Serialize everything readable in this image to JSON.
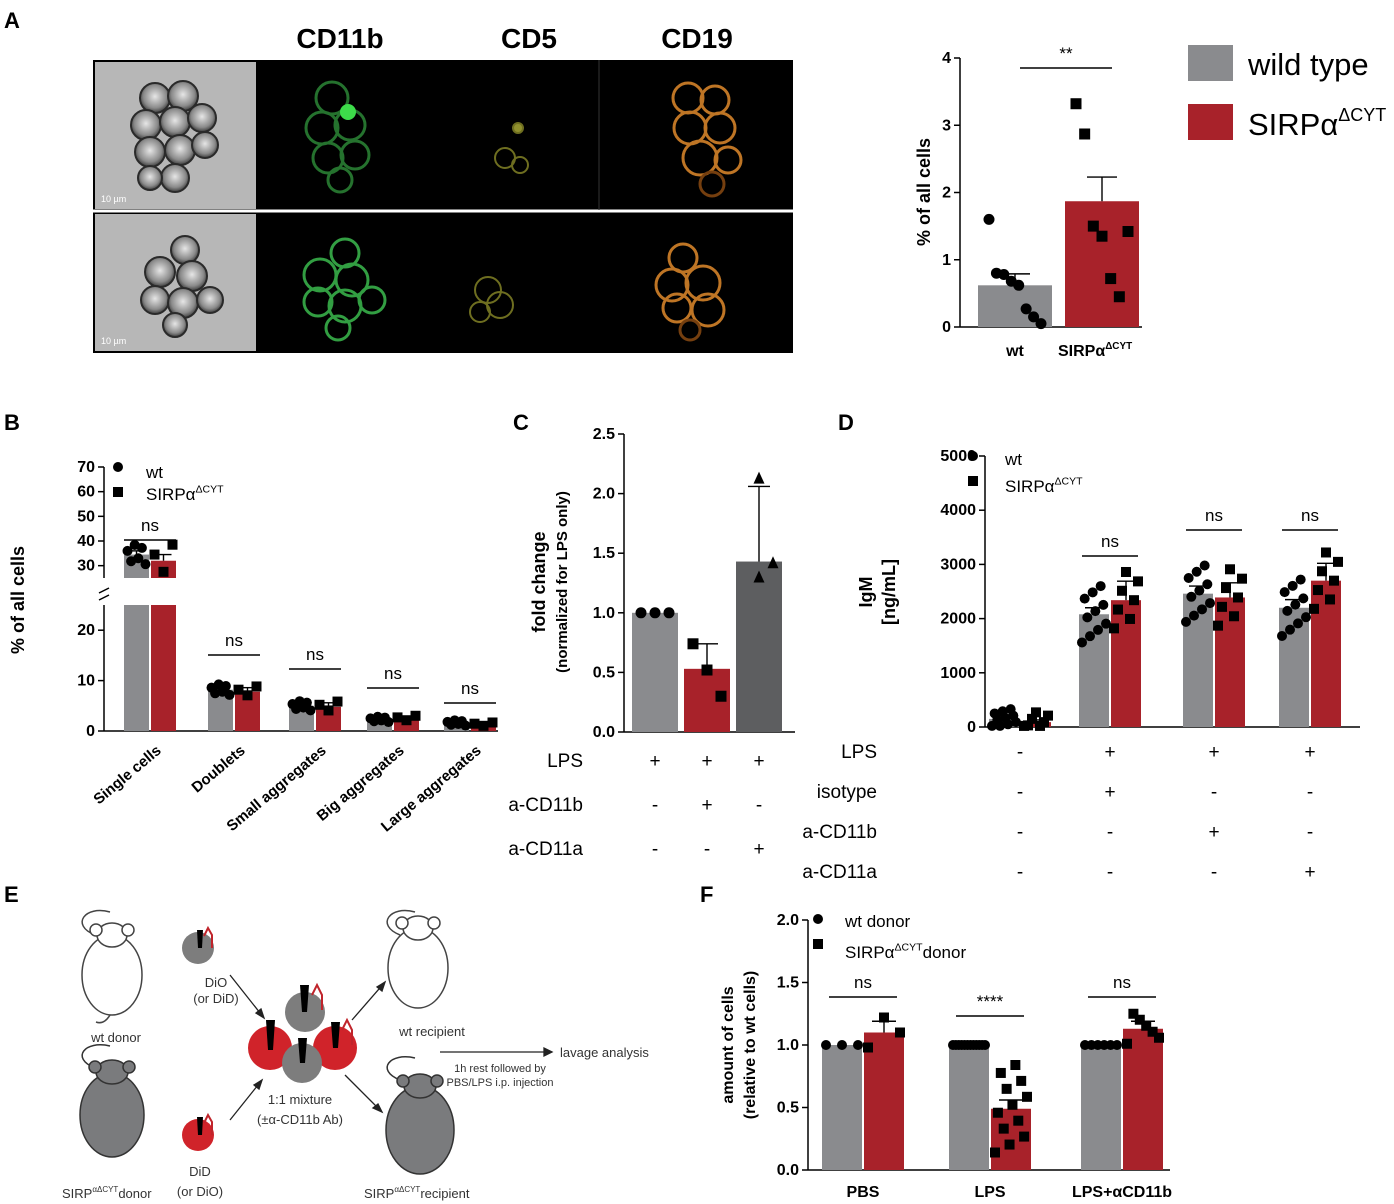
{
  "colors": {
    "wt": "#8a8b8e",
    "mut": "#a8222a",
    "dark": "#5d5e60",
    "axis": "#000000",
    "mouse_gray": "#7a7b7d"
  },
  "panel_labels": [
    "A",
    "B",
    "C",
    "D",
    "E",
    "F"
  ],
  "legend_main": {
    "wt": "wild type",
    "mut_base": "SIRPα",
    "mut_sup": "ΔCYT"
  },
  "panelA": {
    "channels": [
      "CD11b",
      "CD5",
      "CD19"
    ],
    "scale_bar": "10 µm",
    "chart": {
      "type": "bar",
      "ylabel": "% of all cells",
      "ylim": [
        0,
        4
      ],
      "yticks": [
        "0",
        "1",
        "2",
        "3",
        "4"
      ],
      "categories": [
        "wt",
        "SIRPα"
      ],
      "category_sup": [
        "",
        "ΔCYT"
      ],
      "series": [
        {
          "values": [
            0.62,
            1.87
          ],
          "errors": [
            0.17,
            0.36
          ]
        }
      ],
      "points": [
        [
          1.6,
          0.8,
          0.78,
          0.68,
          0.62,
          0.27,
          0.15,
          0.05
        ],
        [
          3.32,
          2.87,
          1.5,
          1.35,
          0.72,
          0.45,
          1.42
        ]
      ],
      "sig": "**"
    }
  },
  "panelB": {
    "chart": {
      "type": "bar",
      "ylabel": "% of all cells",
      "yticks_low": [
        "0",
        "10",
        "20"
      ],
      "yticks_high": [
        "30",
        "40",
        "50",
        "60",
        "70"
      ],
      "categories": [
        "Single cells",
        "Doublets",
        "Small aggregates",
        "Big aggregates",
        "Large aggregates"
      ],
      "series": [
        {
          "name": "wt",
          "values": [
            34.5,
            8.2,
            5.0,
            2.3,
            1.6
          ],
          "errors": [
            1.5,
            0.8,
            0.7,
            0.4,
            0.4
          ]
        },
        {
          "name": "SIRPα",
          "name_sup": "ΔCYT",
          "values": [
            32,
            7.8,
            4.8,
            2.5,
            1.3
          ],
          "errors": [
            2.5,
            0.8,
            0.8,
            0.4,
            0.3
          ]
        }
      ],
      "sig": [
        "ns",
        "ns",
        "ns",
        "ns",
        "ns"
      ]
    }
  },
  "panelC": {
    "chart": {
      "type": "bar",
      "ylabel": "fold change",
      "ylabel2": "(normalized for LPS only)",
      "ylim": [
        0,
        2.5
      ],
      "yticks": [
        "0.0",
        "0.5",
        "1.0",
        "1.5",
        "2.0",
        "2.5"
      ],
      "values": [
        1.0,
        0.53,
        1.43
      ],
      "errors": [
        0,
        0.21,
        0.63
      ],
      "points": [
        [
          1.0,
          1.0,
          1.0
        ],
        [
          0.74,
          0.52,
          0.3
        ],
        [
          2.13,
          1.3,
          1.42
        ]
      ],
      "rows": [
        {
          "label": "LPS",
          "values": [
            "+",
            "+",
            "+"
          ]
        },
        {
          "label": "a-CD11b",
          "values": [
            "-",
            "+",
            "-"
          ]
        },
        {
          "label": "a-CD11a",
          "values": [
            "-",
            "-",
            "+"
          ]
        }
      ]
    }
  },
  "panelD": {
    "chart": {
      "type": "bar",
      "ylabel": "IgM",
      "ylabel2": "[ng/mL]",
      "ylim": [
        0,
        5000
      ],
      "yticks": [
        "0",
        "1000",
        "2000",
        "3000",
        "4000",
        "5000"
      ],
      "legend": [
        {
          "name": "wt"
        },
        {
          "name": "SIRPα",
          "sup": "ΔCYT"
        }
      ],
      "series": [
        {
          "name": "wt",
          "values": [
            150,
            2080,
            2460,
            2200
          ],
          "errors": [
            60,
            120,
            140,
            150
          ]
        },
        {
          "name": "SIRPα",
          "values": [
            90,
            2340,
            2390,
            2700
          ],
          "errors": [
            40,
            350,
            270,
            320
          ]
        }
      ],
      "sig": [
        "",
        "ns",
        "ns",
        "ns"
      ],
      "rows": [
        {
          "label": "LPS",
          "values": [
            "-",
            "+",
            "+",
            "+"
          ]
        },
        {
          "label": "isotype",
          "values": [
            "-",
            "+",
            "-",
            "-"
          ]
        },
        {
          "label": "a-CD11b",
          "values": [
            "-",
            "-",
            "+",
            "-"
          ]
        },
        {
          "label": "a-CD11a",
          "values": [
            "-",
            "-",
            "-",
            "+"
          ]
        }
      ]
    }
  },
  "panelE": {
    "wt_donor": "wt donor",
    "mut_donor_base": "SIRP",
    "mut_donor_sup": "αΔCYT",
    "mut_donor_tail": "donor",
    "dio": "DiO",
    "dio_alt": "(or DiD)",
    "did": "DiD",
    "did_alt": "(or DiO)",
    "mixture1": "1:1 mixture",
    "mixture2": "(±α-CD11b Ab)",
    "wt_recipient": "wt recipient",
    "mut_recipient_tail": "recipient",
    "rest1": "1h rest followed by",
    "rest2": "PBS/LPS i.p. injection",
    "lavage": "lavage analysis"
  },
  "panelF": {
    "chart": {
      "type": "bar",
      "ylabel": "amount of cells",
      "ylabel2": "(relative to wt cells)",
      "ylim": [
        0,
        2.0
      ],
      "yticks": [
        "0.0",
        "0.5",
        "1.0",
        "1.5",
        "2.0"
      ],
      "categories": [
        "PBS",
        "LPS",
        "LPS+αCD11b"
      ],
      "legend": [
        {
          "name": "wt donor"
        },
        {
          "name": "SIRPα",
          "sup": "ΔCYT",
          "tail": "donor"
        }
      ],
      "series": [
        {
          "name": "wt donor",
          "values": [
            1.0,
            1.0,
            1.0
          ],
          "errors": [
            0,
            0,
            0
          ]
        },
        {
          "name": "SIRPα donor",
          "values": [
            1.1,
            0.49,
            1.13
          ],
          "errors": [
            0.09,
            0.07,
            0.06
          ]
        }
      ],
      "sig": [
        "ns",
        "****",
        "ns"
      ]
    }
  }
}
